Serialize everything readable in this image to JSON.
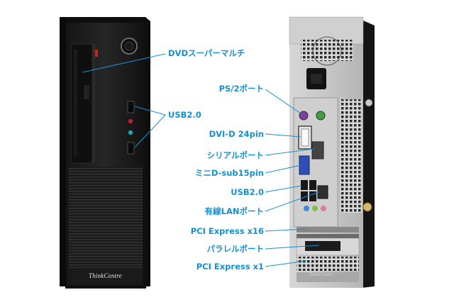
{
  "front_labels": {
    "dvd": "DVDスーパーマルチ",
    "usb": "USB2.0"
  },
  "rear_labels": {
    "ps2": "PS/2ポート",
    "dvi": "DVI-D 24pin",
    "serial": "シリアルポート",
    "vga": "ミニD-sub15pin",
    "usb": "USB2.0",
    "lan": "有線LANポート",
    "pcie16": "PCI Express x16",
    "parallel": "パラレルポート",
    "pcie1": "PCI Express x1"
  },
  "brand": "ThinkCentre",
  "colors": {
    "label": "#1790cf",
    "case": "#1b1b1b",
    "accent_red": "#c8241c"
  }
}
